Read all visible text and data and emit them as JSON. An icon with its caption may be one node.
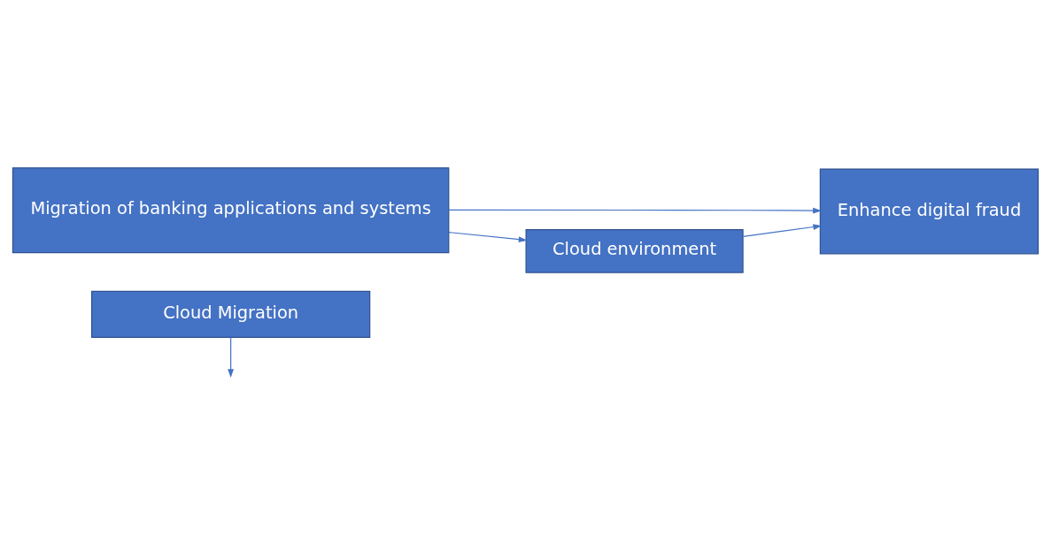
{
  "diagram": {
    "nodes": [
      {
        "text": [
          "Cloud Migration"
        ]
      },
      {
        "text": [
          "Migration of banking applications and systems"
        ]
      },
      {
        "text": [
          "Enhance digital fraud"
        ]
      },
      {
        "text": [
          "Cloud environment"
        ]
      }
    ],
    "edges": [
      {
        "from": 0,
        "to": null,
        "arrow": "to"
      },
      {
        "from": 1,
        "to": 2,
        "arrow": "to"
      },
      {
        "from": 1,
        "to": 3,
        "arrow": "to"
      },
      {
        "from": 3,
        "to": 2,
        "arrow": "to"
      }
    ]
  }
}
